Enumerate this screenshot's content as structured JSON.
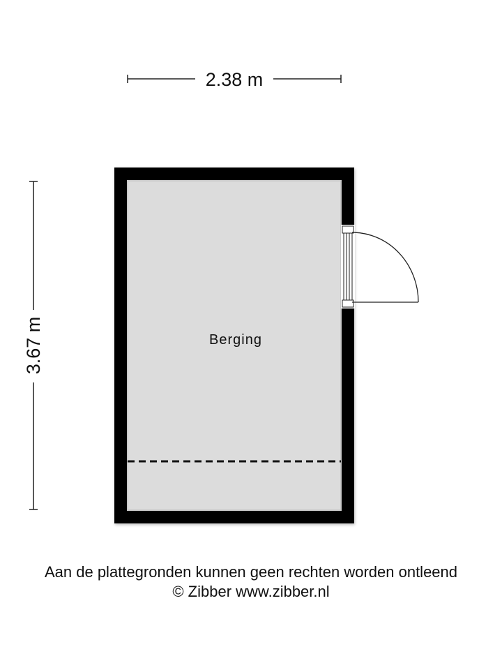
{
  "dimensions": {
    "width_label": "2.38 m",
    "height_label": "3.67 m"
  },
  "rooms": [
    {
      "name": "Berging"
    }
  ],
  "footer": {
    "disclaimer": "Aan de plattegronden kunnen geen rechten worden ontleend",
    "copyright": "© Zibber www.zibber.nl"
  },
  "colors": {
    "wall": "#000000",
    "floor": "#dcdcdc",
    "background": "#ffffff",
    "line": "#222222"
  }
}
